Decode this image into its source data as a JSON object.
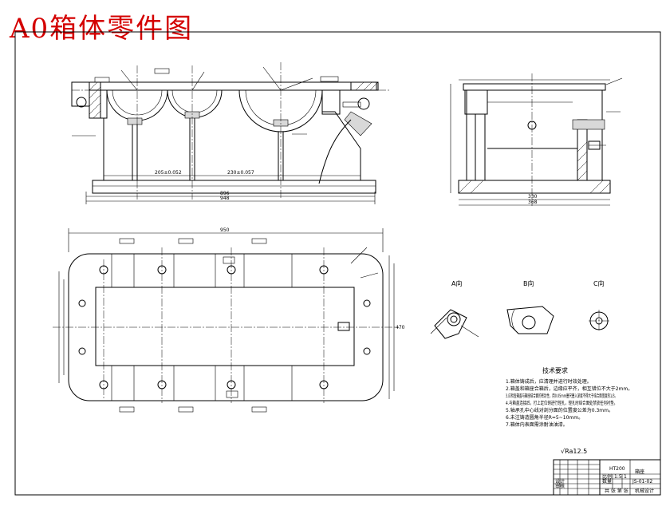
{
  "drawing": {
    "title": "A0箱体零件图",
    "view_labels": [
      "A向",
      "B向",
      "C向"
    ],
    "notes_title": "技术要求",
    "notes": [
      "1.箱体铸成后，应清理并进行时效处理。",
      "2.箱盖和箱座合箱后，边缘应平齐，相互错位不大于2mm。",
      "3.应检查箱盖与箱座结合面的密封性，用0.05mm塞尺塞入深度不得大于结合面宽度的1/3。",
      "4.与箱盖连接后，打上定位销进行镗孔，镗孔时结合面处禁放任何衬垫。",
      "5.轴承孔中心线对剖分面的位置度公差为0.3mm。",
      "6.未注铸造圆角半径R=5~10mm。",
      "7.箱体内表面需涂耐油油漆。"
    ],
    "roughness_symbol": "√Ra12.5",
    "title_block": {
      "part_name": "箱座",
      "material": "HT200",
      "drawing_no": "JS-01-02",
      "scale_label": "比例",
      "scale": "1:5",
      "quantity_label": "数量",
      "quantity": "1",
      "designer_label": "设计",
      "checker_label": "审核",
      "sheet_label": "共 张 第 张",
      "school": "机械设计"
    },
    "dimensions": {
      "front_overall": "948",
      "front_inner": "896",
      "front_bay1": "205±0.052",
      "front_bay2": "230±0.057",
      "side_overall": "368",
      "side_inner": "330",
      "plan_overall": "950",
      "plan_width": "470"
    }
  },
  "colors": {
    "title": "#d40000",
    "lines": "#000000",
    "background": "#ffffff"
  }
}
